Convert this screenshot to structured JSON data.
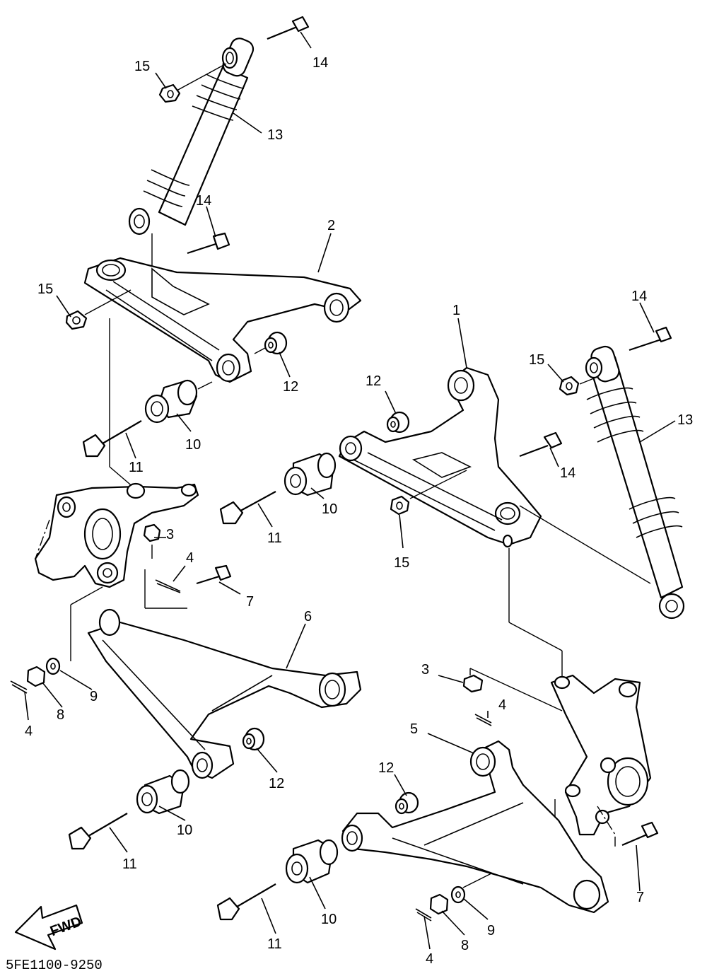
{
  "callouts": {
    "c1": "1",
    "c2": "2",
    "c3a": "3",
    "c3b": "3",
    "c4a": "4",
    "c4b": "4",
    "c4c": "4",
    "c4d": "4",
    "c5": "5",
    "c6": "6",
    "c7a": "7",
    "c7b": "7",
    "c8a": "8",
    "c8b": "8",
    "c9a": "9",
    "c9b": "9",
    "c10a": "10",
    "c10b": "10",
    "c10c": "10",
    "c10d": "10",
    "c11a": "11",
    "c11b": "11",
    "c11c": "11",
    "c11d": "11",
    "c12a": "12",
    "c12b": "12",
    "c12c": "12",
    "c12d": "12",
    "c13a": "13",
    "c13b": "13",
    "c14a": "14",
    "c14b": "14",
    "c14c": "14",
    "c14d": "14",
    "c15a": "15",
    "c15b": "15",
    "c15c": "15",
    "c15d": "15"
  },
  "fwd_label": "FWD",
  "drawing_code": "5FE1100-9250"
}
